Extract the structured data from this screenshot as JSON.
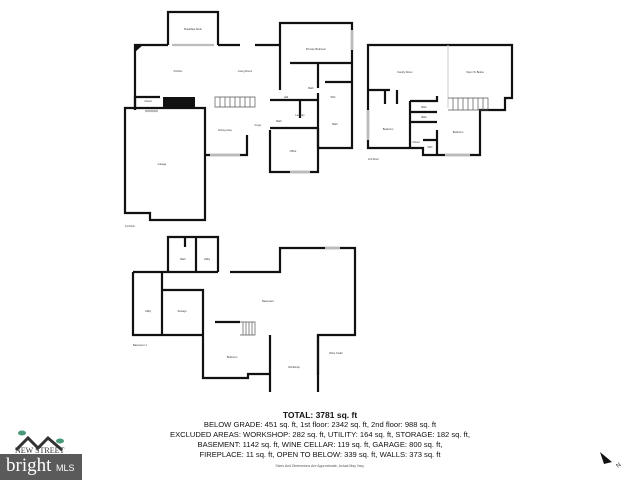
{
  "floors": {
    "first": {
      "label": "1st Floor",
      "rooms": [
        "Breakfast Nook",
        "Kitchen",
        "Living Room",
        "Primary Bedroom",
        "Bath",
        "Hall",
        "Bath",
        "Closet",
        "Laundry",
        "Dining Area",
        "Foyer",
        "Office",
        "Garage",
        "Bath",
        "WIC"
      ]
    },
    "second": {
      "label": "2nd Floor",
      "rooms": [
        "Family Room",
        "Open To Below",
        "Bedroom",
        "Bath",
        "Bath",
        "Bedroom",
        "Closet",
        "WIC"
      ]
    },
    "basement": {
      "label": "Basement 1",
      "rooms": [
        "Bath",
        "Utility",
        "Utility",
        "Storage",
        "Basement",
        "Bedroom",
        "Workshop",
        "Wine Cellar"
      ]
    }
  },
  "summary": {
    "total": "TOTAL: 3781 sq. ft",
    "lines": [
      "BELOW GRADE: 451 sq. ft, 1st floor: 2342 sq. ft, 2nd floor: 988 sq. ft",
      "EXCLUDED AREAS: WORKSHOP: 282 sq. ft, UTILITY: 164 sq. ft, STORAGE: 182 sq. ft,",
      "BASEMENT: 1142 sq. ft, WINE CELLAR: 119 sq. ft, GARAGE: 800 sq. ft,",
      "FIREPLACE: 11 sq. ft, OPEN TO BELOW: 339 sq. ft, WALLS: 373 sq. ft"
    ],
    "note": "Sizes And Dimensions Are Approximate, Actual May Vary."
  },
  "logo": {
    "brand": "NEW STREET",
    "mls": "bright MLS",
    "bright": "bright",
    "mls_suffix": "MLS"
  },
  "compass": {
    "icon": "north-arrow-icon",
    "label": "N"
  }
}
